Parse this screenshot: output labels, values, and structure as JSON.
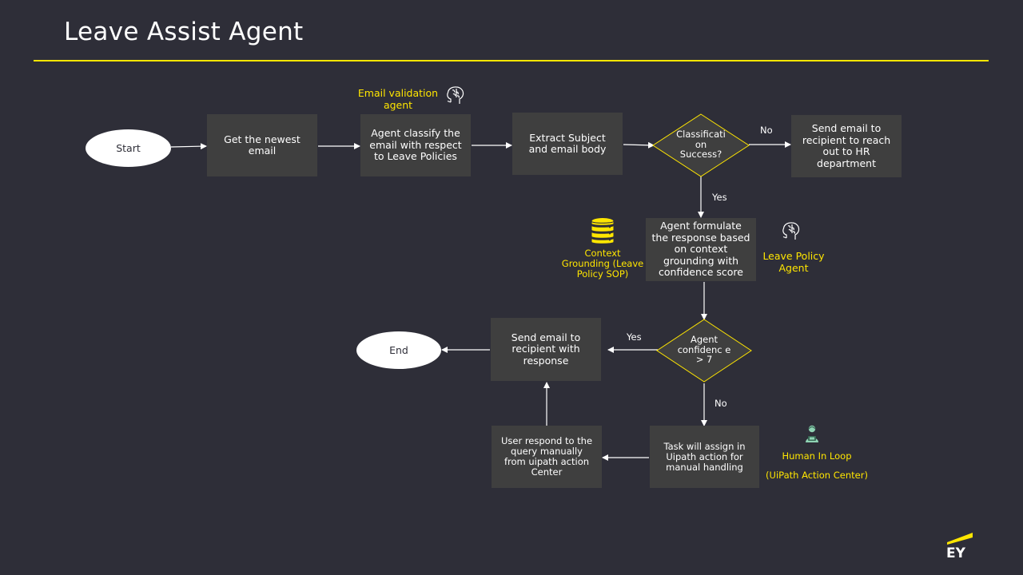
{
  "header": {
    "title": "Leave Assist Agent"
  },
  "flow": {
    "start": "Start",
    "get_email": "Get the newest email",
    "classify": "Agent classify the email with respect to Leave Policies",
    "extract": "Extract Subject and email body",
    "classification_decision": "Classificati on Success?",
    "send_hr": "Send email to recipient to reach out to HR department",
    "formulate": "Agent formulate the response based on context grounding with confidence score",
    "confidence_decision": "Agent confidenc e > 7",
    "send_response": "Send email to recipient with response",
    "end": "End",
    "task_assign": "Task will assign in Uipath action for manual handling",
    "user_respond": "User respond to the query manually from uipath action Center"
  },
  "edge_labels": {
    "no_1": "No",
    "yes_1": "Yes",
    "yes_2": "Yes",
    "no_2": "No"
  },
  "annotations": {
    "email_validation": "Email validation agent",
    "context_grounding": "Context Grounding (Leave Policy SOP)",
    "leave_policy_agent": "Leave Policy Agent",
    "human_in_loop": "Human In Loop",
    "uipath_action_center": "(UiPath Action Center)"
  },
  "brand": {
    "logo_text": "EY",
    "accent_color": "#ffe600",
    "background": "#2e2e38",
    "box_color": "#3f3f3f"
  },
  "icons": [
    "brain-icon",
    "database-icon",
    "human-in-loop-icon",
    "ey-logo"
  ]
}
